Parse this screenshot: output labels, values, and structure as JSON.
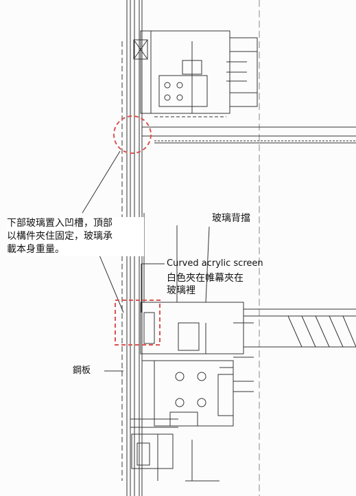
{
  "annotations": {
    "bottom_glass_note": "下部玻璃置入凹槽，頂部\n以構件夾住固定，玻璃承\n載本身重量。",
    "glass_backstop": "玻璃背擋",
    "curved_acrylic_screen": "Curved acrylic  screen",
    "white_clamped_in_glass": "白色夾在帷幕夾在\n玻璃裡",
    "steel_plate": "鋼板"
  },
  "colors": {
    "line": "#333333",
    "highlight_dashed": "#d9534f",
    "paper": "#fcfcfc"
  }
}
